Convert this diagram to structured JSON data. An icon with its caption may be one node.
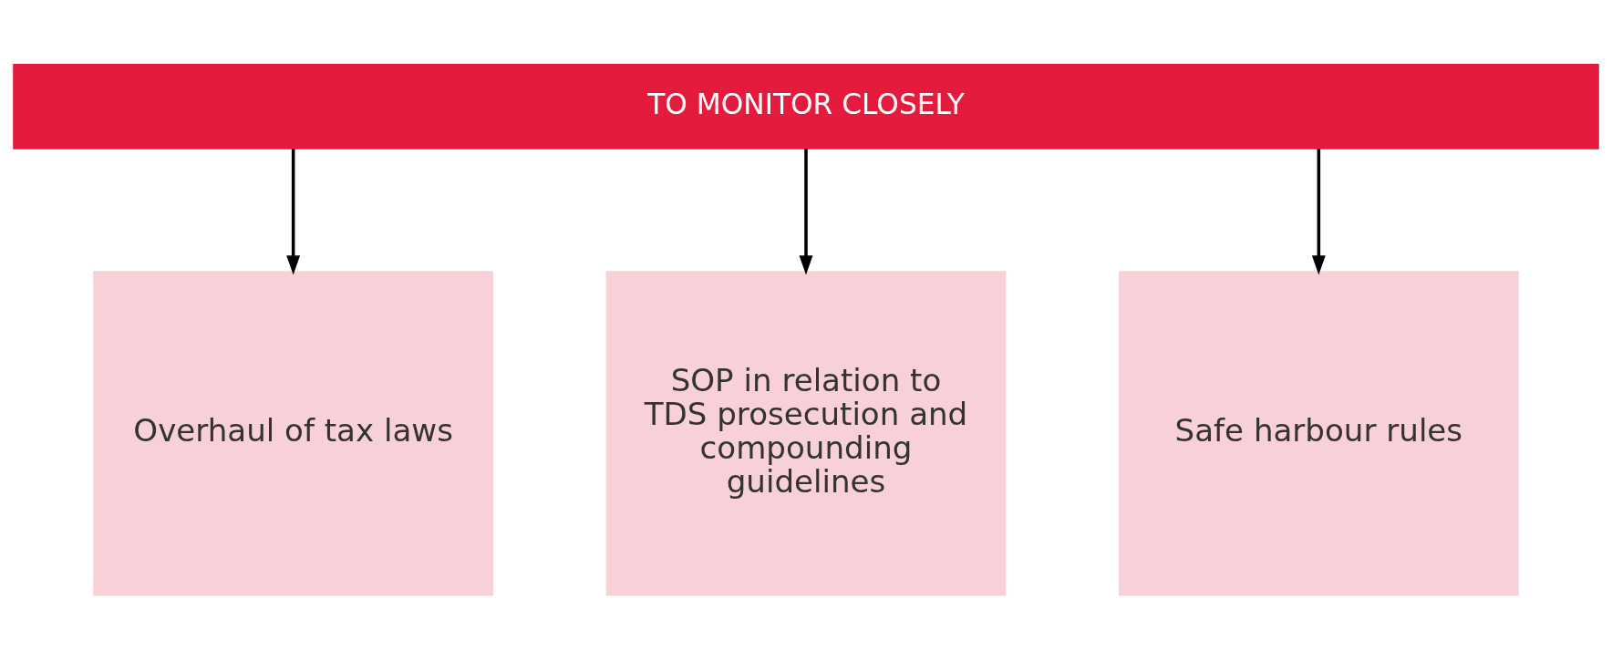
{
  "diagram": {
    "nodes": [
      {
        "text": [
          "TO MONITOR CLOSELY"
        ]
      },
      {
        "text": [
          "Overhaul of tax laws"
        ]
      },
      {
        "text": [
          "SOP in relation to TDS prosecution and compounding guidelines"
        ]
      },
      {
        "text": [
          "Safe harbour rules"
        ]
      }
    ],
    "edges": [
      {
        "from": 0,
        "to": 1,
        "arrow": "to"
      },
      {
        "from": 0,
        "to": 2,
        "arrow": "to"
      },
      {
        "from": 0,
        "to": 3,
        "arrow": "to"
      }
    ]
  }
}
